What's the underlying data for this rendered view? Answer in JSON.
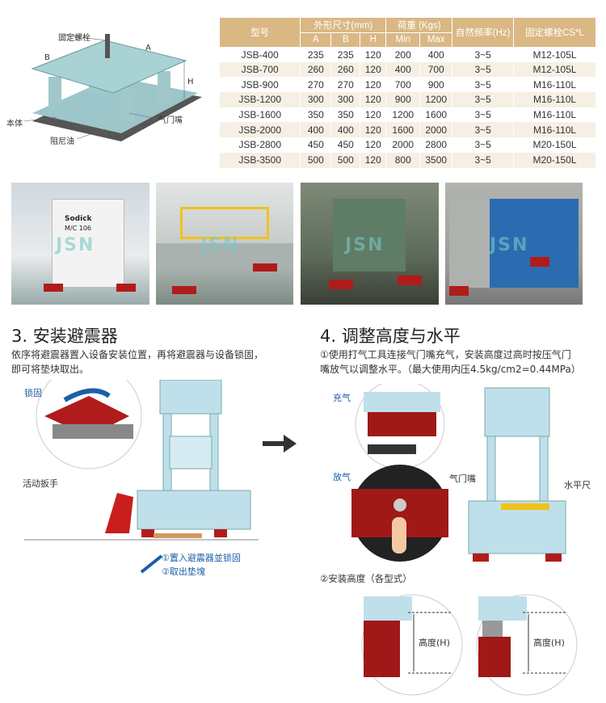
{
  "diagram": {
    "labels": {
      "bolt": "固定螺栓",
      "a": "A",
      "b": "B",
      "h": "H",
      "body": "本体",
      "damping_oil": "阻尼油",
      "valve": "气门嘴"
    }
  },
  "spec_table": {
    "headers": {
      "model": "型号",
      "dims": "外形尺寸(mm)",
      "a": "A",
      "b": "B",
      "h": "H",
      "load": "荷重 (Kgs)",
      "min": "Min",
      "max": "Max",
      "freq": "自然频率(Hz)",
      "bolt": "固定螺栓CS*L"
    },
    "rows": [
      [
        "JSB-400",
        "235",
        "235",
        "120",
        "200",
        "400",
        "3~5",
        "M12-105L"
      ],
      [
        "JSB-700",
        "260",
        "260",
        "120",
        "400",
        "700",
        "3~5",
        "M12-105L"
      ],
      [
        "JSB-900",
        "270",
        "270",
        "120",
        "700",
        "900",
        "3~5",
        "M16-110L"
      ],
      [
        "JSB-1200",
        "300",
        "300",
        "120",
        "900",
        "1200",
        "3~5",
        "M16-110L"
      ],
      [
        "JSB-1600",
        "350",
        "350",
        "120",
        "1200",
        "1600",
        "3~5",
        "M16-110L"
      ],
      [
        "JSB-2000",
        "400",
        "400",
        "120",
        "1600",
        "2000",
        "3~5",
        "M16-110L"
      ],
      [
        "JSB-2800",
        "450",
        "450",
        "120",
        "2000",
        "2800",
        "3~5",
        "M20-150L"
      ],
      [
        "JSB-3500",
        "500",
        "500",
        "120",
        "800",
        "3500",
        "3~5",
        "M20-150L"
      ]
    ]
  },
  "photos": {
    "watermark": "JSN",
    "machine_label": "Sodick",
    "machine_model": "M/C 106"
  },
  "section3": {
    "title": "3. 安装避震器",
    "desc1": "依序将避震器置入设备安装位置，再将避震器与设备锁固，",
    "desc2": "即可将垫块取出。",
    "lock": "锁固",
    "wrench": "活动扳手",
    "step1": "①置入避震器並锁固",
    "step2": "②取出垫塊"
  },
  "section4": {
    "title": "4. 调整高度与水平",
    "desc1": "①使用打气工具连接气门嘴充气，安装高度过高时按压气门",
    "desc2": "嘴放气以调整水平。（最大使用内压4.5kg/cm2=0.44MPa）",
    "inflate": "充气",
    "deflate": "放气",
    "valve": "气门嘴",
    "level": "水平尺",
    "height_title": "②安装高度（各型式）",
    "height_label_1": "高度(H)",
    "height_label_2": "高度(H)"
  },
  "colors": {
    "header": "#d9b884",
    "row_alt": "#f6efe3",
    "machine": "#b8dbe6",
    "pad": "#b01c1c"
  }
}
